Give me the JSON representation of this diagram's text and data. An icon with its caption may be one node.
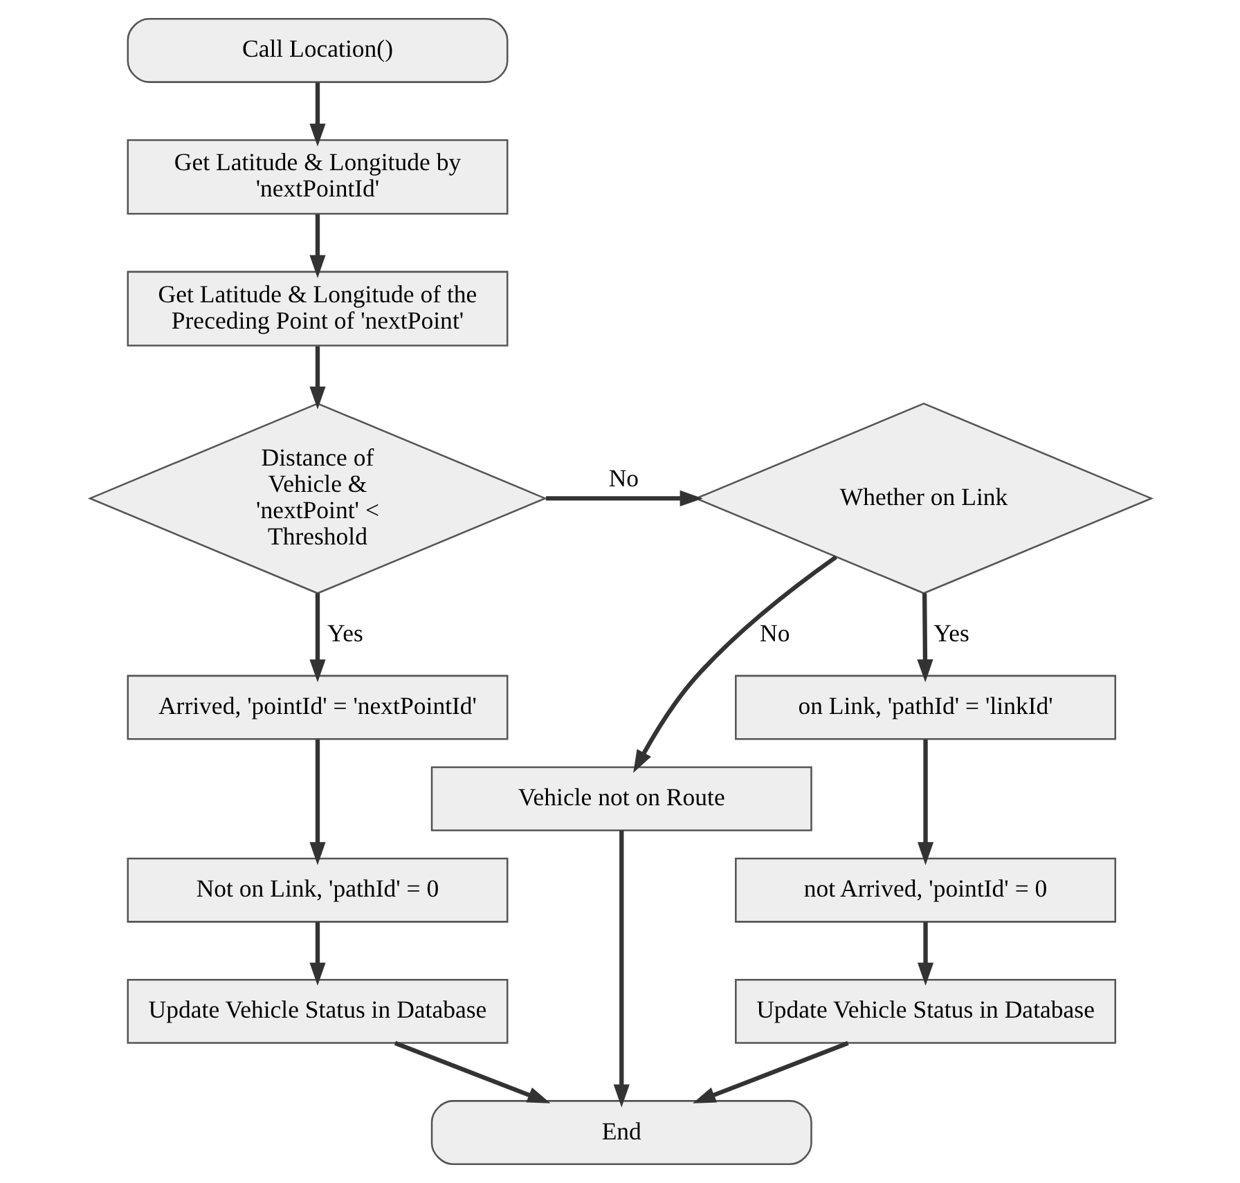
{
  "diagram": {
    "nodes": [
      {
        "text": [
          "Call Location()"
        ]
      },
      {
        "text": [
          "Get Latitude & Longitude by 'nextPointId'"
        ]
      },
      {
        "text": [
          "Get Latitude & Longitude of the Preceding Point of 'nextPoint'"
        ]
      },
      {
        "text": [
          "Distance of Vehicle & 'nextPoint' < Threshold"
        ]
      },
      {
        "text": [
          "Whether on Link"
        ]
      },
      {
        "text": [
          "Vehicle not on Route"
        ]
      },
      {
        "text": [
          "Arrived, 'pointId' = 'nextPointId'"
        ]
      },
      {
        "text": [
          "Not on Link, 'pathId' = 0"
        ]
      },
      {
        "text": [
          "Update Vehicle Status in Database"
        ]
      },
      {
        "text": [
          "on Link, 'pathId' = 'linkId'"
        ]
      },
      {
        "text": [
          "not Arrived, 'pointId' = 0"
        ]
      },
      {
        "text": [
          "Update Vehicle Status in Database"
        ]
      },
      {
        "text": [
          "End"
        ]
      }
    ],
    "edges": [
      {
        "from": 0,
        "to": 1,
        "arrow": "to"
      },
      {
        "from": 1,
        "to": 2,
        "arrow": "to"
      },
      {
        "from": 2,
        "to": 3,
        "arrow": "to"
      },
      {
        "from": 3,
        "to": 4,
        "arrow": "to",
        "label": "No"
      },
      {
        "from": 4,
        "to": 5,
        "arrow": "to",
        "label": "No"
      },
      {
        "from": 3,
        "to": 6,
        "arrow": "to",
        "label": "Yes"
      },
      {
        "from": 6,
        "to": 7,
        "arrow": "to"
      },
      {
        "from": 7,
        "to": 8,
        "arrow": "to"
      },
      {
        "from": 4,
        "to": 9,
        "arrow": "to",
        "label": "Yes"
      },
      {
        "from": 9,
        "to": 10,
        "arrow": "to"
      },
      {
        "from": 10,
        "to": 11,
        "arrow": "to"
      },
      {
        "from": 8,
        "to": 12,
        "arrow": "to"
      },
      {
        "from": 11,
        "to": 12,
        "arrow": "to"
      },
      {
        "from": 5,
        "to": 12,
        "arrow": "to"
      }
    ]
  }
}
